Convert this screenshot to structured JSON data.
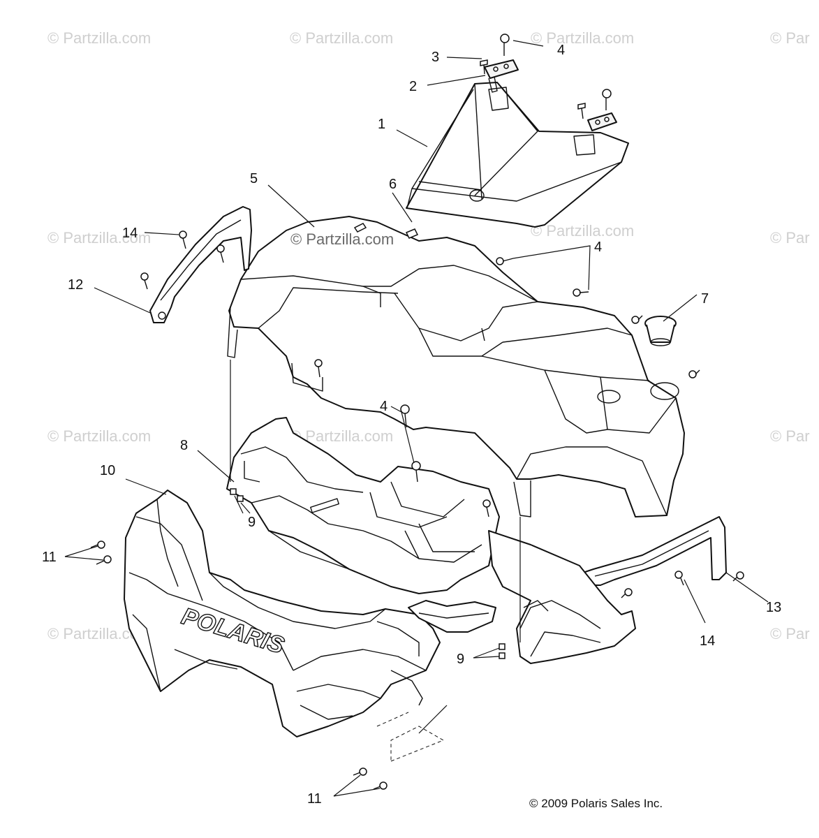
{
  "watermarks": {
    "text": "© Partzilla.com",
    "short": "© Par",
    "main": "© Partzilla.com"
  },
  "callouts": {
    "c1": "1",
    "c2": "2",
    "c3": "3",
    "c4a": "4",
    "c4b": "4",
    "c4c": "4",
    "c5": "5",
    "c6": "6",
    "c7": "7",
    "c8": "8",
    "c9a": "9",
    "c9b": "9",
    "c10": "10",
    "c11a": "11",
    "c11b": "11",
    "c12": "12",
    "c13": "13",
    "c14a": "14",
    "c14b": "14"
  },
  "branding": {
    "polaris": "POLARIS"
  },
  "copyright": "© 2009 Polaris Sales Inc."
}
